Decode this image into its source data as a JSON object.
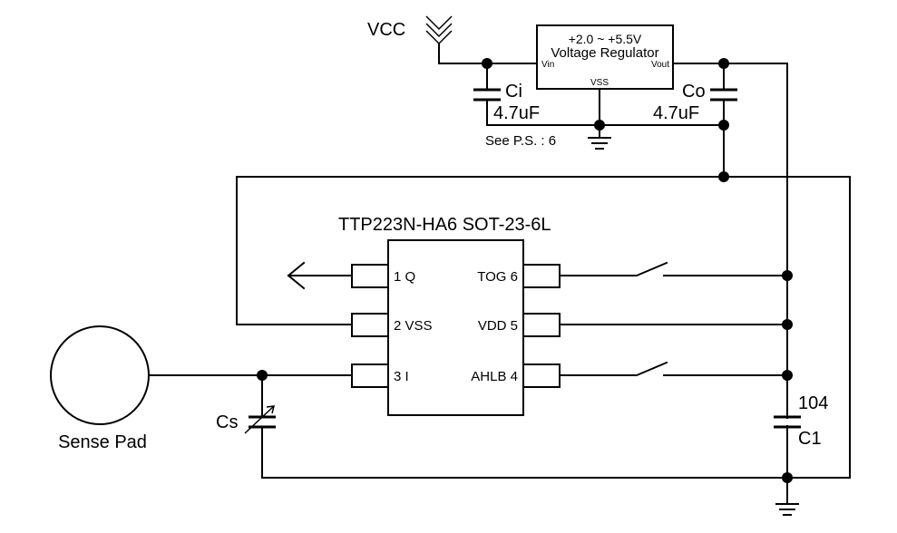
{
  "vcc_label": "VCC",
  "regulator": {
    "range": "+2.0 ~ +5.5V",
    "title": "Voltage Regulator",
    "vin": "Vin",
    "vout": "Vout",
    "vss": "VSS"
  },
  "ci": {
    "name": "Ci",
    "value": "4.7uF"
  },
  "co": {
    "name": "Co",
    "value": "4.7uF"
  },
  "ps_note": "See P.S. : 6",
  "chip": {
    "title": "TTP223N-HA6 SOT-23-6L",
    "pins": {
      "p1": "1 Q",
      "p2": "2 VSS",
      "p3": "3 I",
      "p4": "AHLB 4",
      "p5": "VDD 5",
      "p6": "TOG 6"
    }
  },
  "sense_pad": "Sense Pad",
  "cs_label": "Cs",
  "c1": {
    "value": "104",
    "name": "C1"
  },
  "colors": {
    "line": "#000000",
    "background": "#ffffff"
  }
}
